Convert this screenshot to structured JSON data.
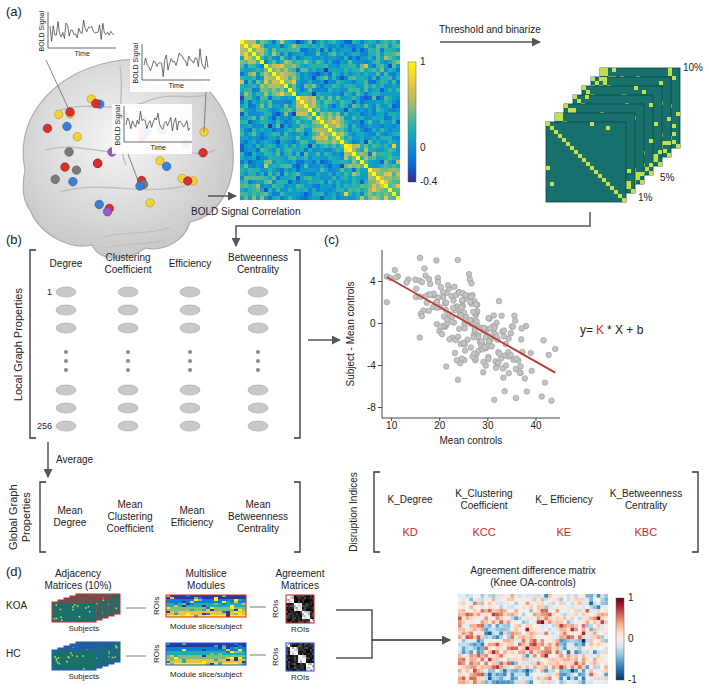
{
  "diagram": {
    "nodes": [
      {
        "text": [
          "BOLD Signal",
          "Time"
        ]
      },
      {
        "text": [
          "BOLD Signal",
          "Time"
        ]
      },
      {
        "text": [
          "BOLD Signal",
          "Time"
        ]
      },
      {
        "text": [
          "1",
          "0",
          "-0.4"
        ]
      },
      {
        "text": [
          "10%",
          "5%",
          "1%"
        ]
      },
      {
        "text": [
          "Local Graph Properties",
          "Degree",
          "Clustering Coefficient",
          "Efficiency",
          "Betweenness Centrality",
          "1",
          "256"
        ]
      },
      {
        "text": [
          "Global Graph Properties",
          "Mean Degree",
          "Mean Clustering Coefficient",
          "Mean Efficiency",
          "Mean Betweenness Centrality"
        ]
      },
      {
        "text": [
          "Subject - Mean controls",
          "4",
          "0",
          "-4",
          "-8",
          "10",
          "20",
          "30",
          "40",
          "Mean controls"
        ]
      },
      {
        "text": [
          "Disruption Indices",
          "K_Degree",
          "KD",
          "K_Clustering Coefficient",
          "KCC",
          "K_ Efficiency",
          "KE",
          "K_Betweenness Centrality",
          "KBC"
        ]
      },
      {
        "text": [
          "KOA",
          "Subjects"
        ]
      },
      {
        "text": [
          "HC",
          "Subjects"
        ]
      },
      {
        "text": [
          "ROIs",
          "Module slice/subject"
        ]
      },
      {
        "text": [
          "ROIs",
          "Module slice/subject"
        ]
      },
      {
        "text": [
          "ROIs",
          "ROIs"
        ]
      },
      {
        "text": [
          "ROIs",
          "ROIs"
        ]
      },
      {
        "text": [
          "Agreement difference matrix (Knee OA-controls)",
          "1",
          "0",
          "-1"
        ]
      }
    ],
    "edges": [
      {
        "from": 3,
        "to": 4,
        "arrow": "to",
        "label": "Threshold and binarize"
      },
      {
        "from": 4,
        "to": 5,
        "arrow": "to"
      },
      {
        "from": 5,
        "to": 6,
        "arrow": "to",
        "label": "Average"
      },
      {
        "from": 5,
        "to": 7,
        "arrow": "to"
      },
      {
        "from": 9,
        "to": 11,
        "arrow": "none"
      },
      {
        "from": 10,
        "to": 12,
        "arrow": "none"
      },
      {
        "from": 11,
        "to": 13,
        "arrow": "none"
      },
      {
        "from": 12,
        "to": 14,
        "arrow": "none"
      },
      {
        "from": 13,
        "to": 15,
        "arrow": "to"
      },
      {
        "from": 14,
        "to": 15,
        "arrow": "to"
      }
    ],
    "labels": [
      "(a)",
      "BOLD Signal Correlation",
      "(b)",
      "(c)",
      "y=",
      "K",
      "* X + b",
      "(d)",
      "Adjacency Matrices (10%)",
      "Multislice Modules",
      "Agreement Matrices"
    ]
  }
}
